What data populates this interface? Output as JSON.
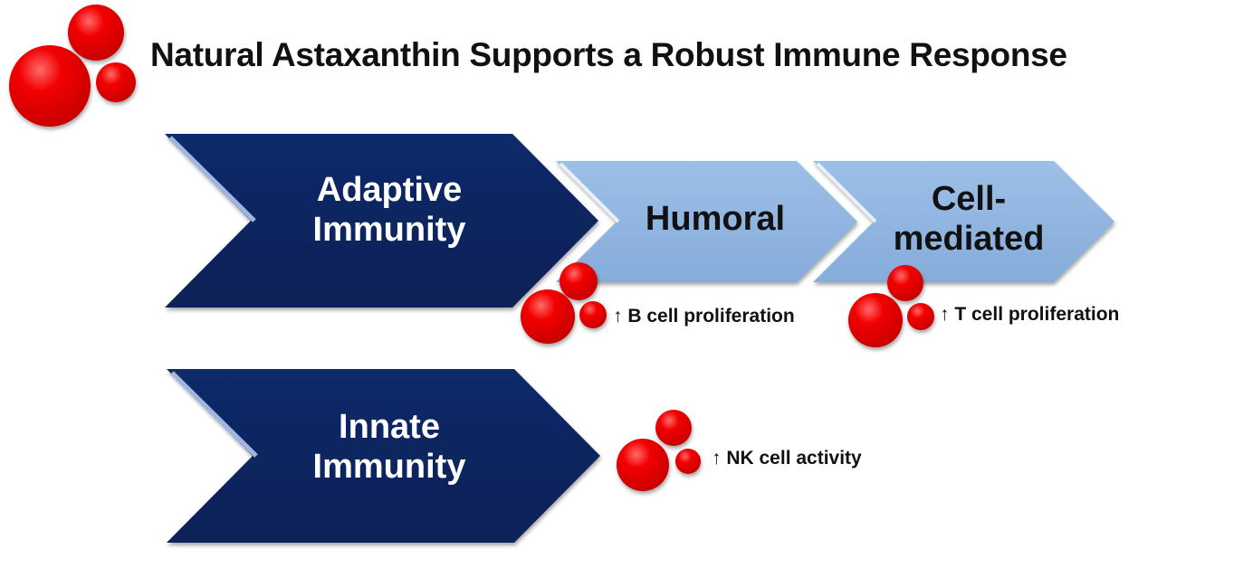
{
  "title": "Natural Astaxanthin Supports a Robust Immune Response",
  "colors": {
    "dark_chevron": "#0b2460",
    "light_chevron": "#8eb4e0",
    "sphere": "#e60000"
  },
  "chevrons": {
    "adaptive": {
      "line1": "Adaptive",
      "line2": "Immunity"
    },
    "innate": {
      "line1": "Innate",
      "line2": "Immunity"
    },
    "humoral": {
      "line1": "Humoral"
    },
    "cell_mediated": {
      "line1": "Cell-",
      "line2": "mediated"
    }
  },
  "effects": {
    "b_cell": "↑ B cell proliferation",
    "t_cell": "↑ T cell proliferation",
    "nk_cell": "↑ NK cell activity"
  },
  "icons": [
    "astaxanthin-sphere-cluster-icon"
  ]
}
